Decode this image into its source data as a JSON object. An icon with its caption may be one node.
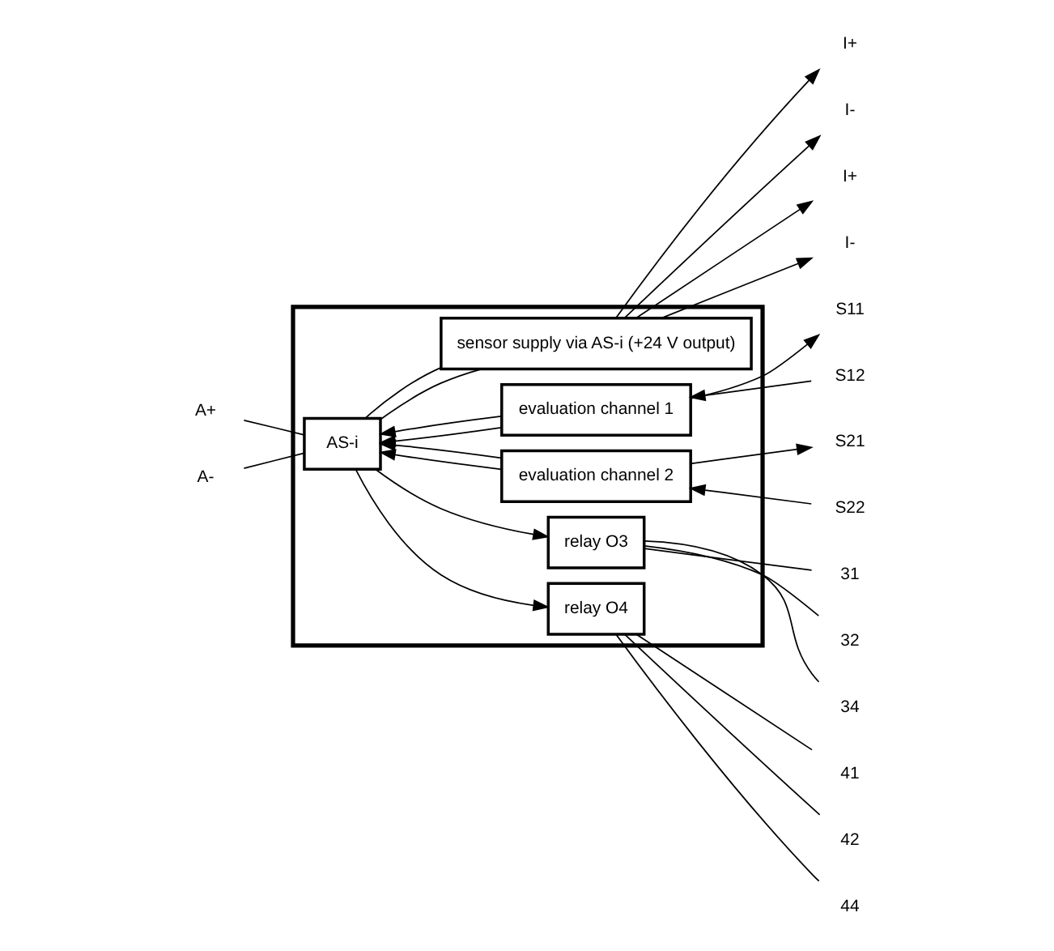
{
  "diagram": {
    "nodes": [
      {
        "text": [],
        "shape": "box"
      },
      {
        "text": [
          "sensor supply via AS-i (+24 V output)"
        ],
        "in": 0
      },
      {
        "text": [
          "AS-i"
        ],
        "in": 0
      },
      {
        "text": [
          "evaluation channel 1"
        ],
        "in": 0
      },
      {
        "text": [
          "evaluation channel 2"
        ],
        "in": 0
      },
      {
        "text": [
          "relay O3"
        ],
        "in": 0
      },
      {
        "text": [
          "relay O4"
        ],
        "in": 0
      },
      {
        "text": [
          "A+"
        ]
      },
      {
        "text": [
          "A-"
        ]
      },
      {
        "text": [
          "I+"
        ]
      },
      {
        "text": [
          "S11"
        ]
      },
      {
        "text": [
          "S12"
        ]
      },
      {
        "text": [
          "I-"
        ]
      },
      {
        "text": [
          "I+"
        ]
      },
      {
        "text": [
          "S21"
        ]
      },
      {
        "text": [
          "S22"
        ]
      },
      {
        "text": [
          "I-"
        ]
      },
      {
        "text": [
          "31"
        ]
      },
      {
        "text": [
          "32"
        ]
      },
      {
        "text": [
          "34"
        ]
      },
      {
        "text": [
          "41"
        ]
      },
      {
        "text": [
          "42"
        ]
      },
      {
        "text": [
          "44"
        ]
      }
    ],
    "edges": [
      {
        "from": 1,
        "to": 2,
        "arrow": "none"
      },
      {
        "from": 1,
        "to": 2,
        "arrow": "none"
      },
      {
        "from": 7,
        "to": 2,
        "arrow": "none"
      },
      {
        "from": 8,
        "to": 2,
        "arrow": "none"
      },
      {
        "from": 3,
        "to": 2,
        "arrow": "to"
      },
      {
        "from": 3,
        "to": 2,
        "arrow": "to"
      },
      {
        "from": 4,
        "to": 2,
        "arrow": "to"
      },
      {
        "from": 4,
        "to": 2,
        "arrow": "to"
      },
      {
        "from": 1,
        "to": 9,
        "arrow": "to"
      },
      {
        "from": 3,
        "to": 10,
        "arrow": "to"
      },
      {
        "from": 11,
        "to": 3,
        "arrow": "to"
      },
      {
        "from": 1,
        "to": 12,
        "arrow": "to"
      },
      {
        "from": 1,
        "to": 13,
        "arrow": "to"
      },
      {
        "from": 4,
        "to": 14,
        "arrow": "to"
      },
      {
        "from": 15,
        "to": 4,
        "arrow": "to"
      },
      {
        "from": 1,
        "to": 16,
        "arrow": "to"
      },
      {
        "from": 2,
        "to": 5,
        "arrow": "to"
      },
      {
        "from": 2,
        "to": 6,
        "arrow": "to"
      },
      {
        "from": 5,
        "to": 17,
        "arrow": "none"
      },
      {
        "from": 5,
        "to": 18,
        "arrow": "none"
      },
      {
        "from": 5,
        "to": 19,
        "arrow": "none"
      },
      {
        "from": 6,
        "to": 20,
        "arrow": "none"
      },
      {
        "from": 6,
        "to": 21,
        "arrow": "none"
      },
      {
        "from": 6,
        "to": 22,
        "arrow": "none"
      }
    ]
  }
}
